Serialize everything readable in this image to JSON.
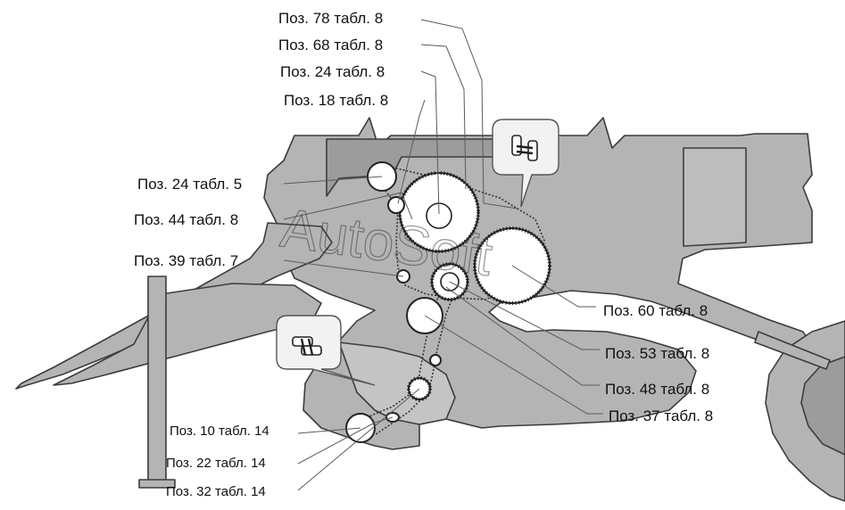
{
  "watermark": "AutoSoft",
  "labels": {
    "l01": "Поз. 78 табл. 8",
    "l02": "Поз. 68 табл. 8",
    "l03": "Поз. 24 табл. 8",
    "l04": "Поз. 18 табл. 8",
    "l05": "Поз. 24 табл. 5",
    "l06": "Поз. 44 табл. 8",
    "l07": "Поз. 39 табл. 7",
    "l08": "Поз. 60 табл. 8",
    "l09": "Поз. 53 табл. 8",
    "l10": "Поз. 48 табл. 8",
    "l11": "Поз. 37 табл. 8",
    "l12": "Поз. 10 табл. 14",
    "l13": "Поз. 22 табл. 14",
    "l14": "Поз. 32 табл. 14"
  },
  "colors": {
    "body": "#b4b4b4",
    "outline": "#3c3c3c",
    "gear": "#ffffff",
    "callout_bg": "#f2f2f2"
  },
  "icons": [
    "chain-link-icon",
    "chain-link-icon"
  ]
}
